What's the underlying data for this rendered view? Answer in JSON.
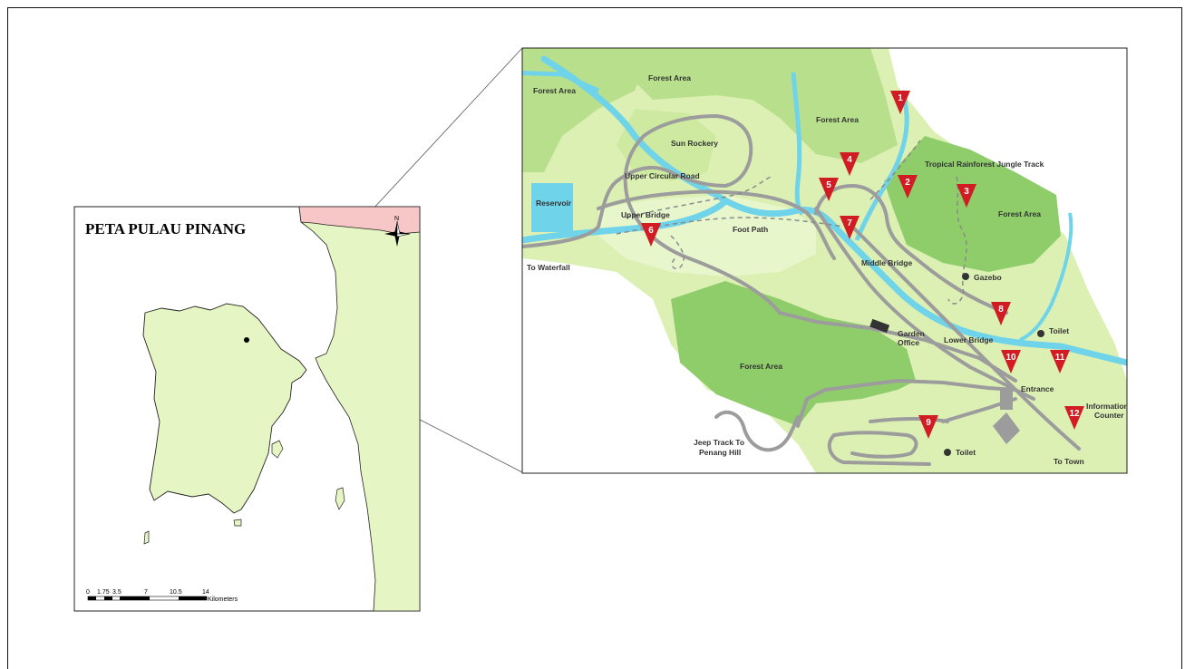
{
  "inset_map": {
    "title": "PETA PULAU PINANG",
    "north_label": "N",
    "scale_ticks": [
      "0",
      "1.75",
      "3.5",
      "7",
      "10.5",
      "14"
    ],
    "scale_unit": "Kilometers"
  },
  "garden_map": {
    "labels": {
      "forest_area_nw": "Forest Area",
      "forest_area_n": "Forest Area",
      "forest_area_c": "Forest Area",
      "forest_area_e": "Forest Area",
      "forest_area_s": "Forest Area",
      "sun_rockery": "Sun Rockery",
      "upper_circular_road": "Upper Circular Road",
      "reservoir": "Reservoir",
      "upper_bridge": "Upper Bridge",
      "foot_path": "Foot Path",
      "to_waterfall": "To Waterfall",
      "tropical_track": "Tropical Rainforest Jungle Track",
      "middle_bridge": "Middle Bridge",
      "gazebo": "Gazebo",
      "garden_office_1": "Garden",
      "garden_office_2": "Office",
      "lower_bridge": "Lower Bridge",
      "toilet_e": "Toilet",
      "toilet_s": "Toilet",
      "entrance": "Entrance",
      "info_counter_1": "Information",
      "info_counter_2": "Counter",
      "jeep_track_1": "Jeep Track To",
      "jeep_track_2": "Penang Hill",
      "to_town": "To Town"
    },
    "markers": [
      "1",
      "2",
      "3",
      "4",
      "5",
      "6",
      "7",
      "8",
      "9",
      "10",
      "11",
      "12"
    ]
  },
  "colors": {
    "light_green": "#dcf0b4",
    "mid_green": "#b8e08c",
    "dark_green": "#8fcd6b",
    "water": "#6fd3ea",
    "road": "#9c9c9c",
    "marker_red": "#d01c22",
    "pink": "#f7c6c6",
    "island_fill": "#e6f5c4"
  }
}
